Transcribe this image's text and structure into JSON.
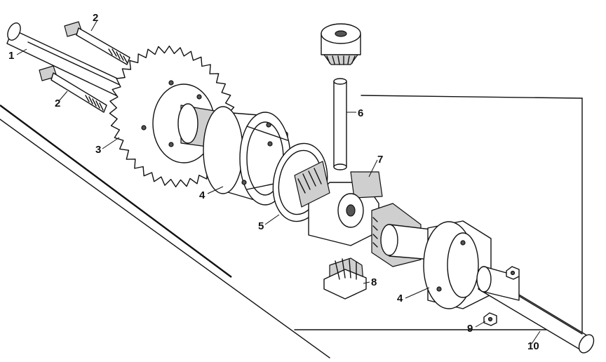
{
  "diagram": {
    "callouts": [
      {
        "id": "c1",
        "text": "1"
      },
      {
        "id": "c2a",
        "text": "2"
      },
      {
        "id": "c2b",
        "text": "2"
      },
      {
        "id": "c3",
        "text": "3"
      },
      {
        "id": "c4a",
        "text": "4"
      },
      {
        "id": "c4b",
        "text": "4"
      },
      {
        "id": "c5",
        "text": "5"
      },
      {
        "id": "c6",
        "text": "6"
      },
      {
        "id": "c7",
        "text": "7"
      },
      {
        "id": "c8",
        "text": "8"
      },
      {
        "id": "c9",
        "text": "9"
      },
      {
        "id": "c10",
        "text": "10"
      }
    ],
    "parts": [
      {
        "callout": "1",
        "icon": "axle-shaft-icon"
      },
      {
        "callout": "2",
        "icon": "bolt-icon"
      },
      {
        "callout": "3",
        "icon": "sprocket-icon"
      },
      {
        "callout": "4",
        "icon": "differential-housing-icon"
      },
      {
        "callout": "5",
        "icon": "gasket-ring-icon"
      },
      {
        "callout": "6",
        "icon": "cross-pin-icon"
      },
      {
        "callout": "7",
        "icon": "spider-block-icon"
      },
      {
        "callout": "8",
        "icon": "bevel-pinion-gear-icon"
      },
      {
        "callout": "9",
        "icon": "hex-nut-icon"
      },
      {
        "callout": "10",
        "icon": "axle-shaft-icon"
      }
    ]
  }
}
